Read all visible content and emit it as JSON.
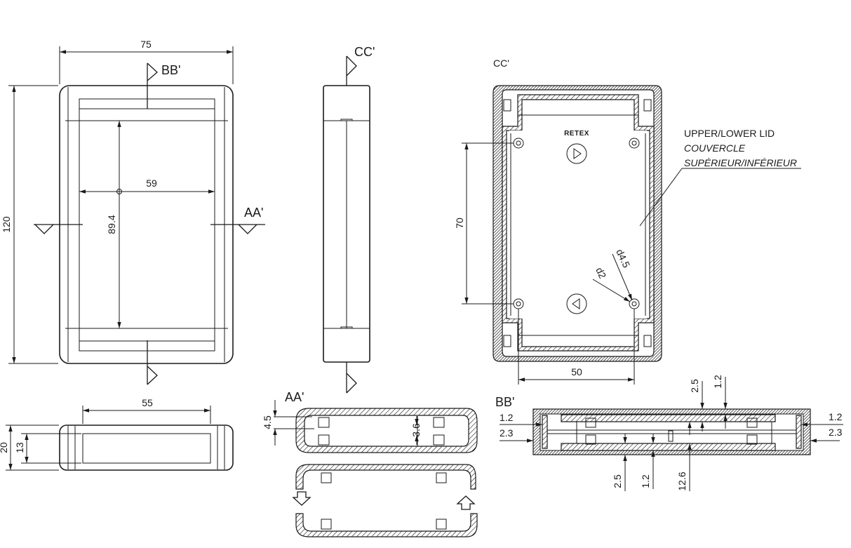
{
  "front_view": {
    "width_dim": "75",
    "height_dim": "120",
    "inner_width_dim": "59",
    "inner_height_dim": "89.4",
    "section_bb": "BB'",
    "section_aa": "AA'"
  },
  "side_view": {
    "section_cc": "CC'"
  },
  "end_view": {
    "width_dim": "55",
    "height_dim": "20",
    "inner_height_dim": "13"
  },
  "lid_view": {
    "title": "CC'",
    "brand": "RETEX",
    "hole_spacing_vertical": "70",
    "hole_spacing_horizontal": "50",
    "hole_outer": "d4.5",
    "hole_inner": "d2",
    "note_line1": "UPPER/LOWER LID",
    "note_line2": "COUVERCLE",
    "note_line3": "SUPÉRIEUR/INFÉRIEUR"
  },
  "section_aa": {
    "title": "AA'",
    "dim_wall": "4.5",
    "dim_gap": "3.6"
  },
  "section_bb": {
    "title": "BB'",
    "top_dim_1": "2.5",
    "top_dim_2": "1.2",
    "left_dim_1": "1.2",
    "left_dim_2": "2.3",
    "right_dim_1": "1.2",
    "right_dim_2": "2.3",
    "bottom_dim_1": "2.5",
    "bottom_dim_2": "1.2",
    "bottom_dim_3": "12.6"
  }
}
